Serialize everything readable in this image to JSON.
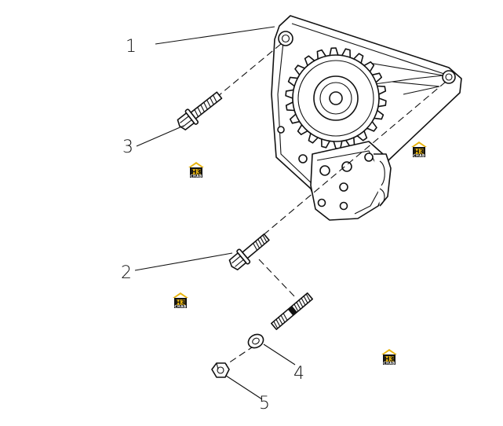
{
  "callouts": [
    {
      "id": "1",
      "label": "1"
    },
    {
      "id": "2",
      "label": "2"
    },
    {
      "id": "3",
      "label": "3"
    },
    {
      "id": "4",
      "label": "4"
    },
    {
      "id": "5",
      "label": "5"
    }
  ],
  "watermark": {
    "letters": "H3",
    "word": "CHAB",
    "colors": {
      "roof": "#e8b40e",
      "plate": "#111111",
      "text": "#ffffff"
    }
  }
}
